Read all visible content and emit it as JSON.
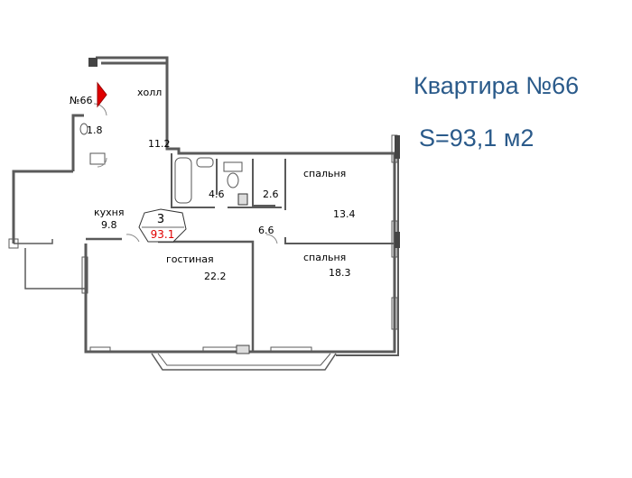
{
  "header": {
    "title": "Квартира №66",
    "area": "S=93,1 м2"
  },
  "plan": {
    "apartment_tag": "№66",
    "badge": {
      "rooms": "3",
      "total": "93.1"
    },
    "rooms": [
      {
        "id": "hall",
        "label": "холл",
        "area": "11.2"
      },
      {
        "id": "wc",
        "label": "",
        "area": "1.8"
      },
      {
        "id": "kitchen",
        "label": "кухня",
        "area": "9.8"
      },
      {
        "id": "bath",
        "label": "",
        "area": "4.6"
      },
      {
        "id": "toilet",
        "label": "",
        "area": "2.6"
      },
      {
        "id": "corridor",
        "label": "",
        "area": "6.6"
      },
      {
        "id": "bedroom1",
        "label": "спальня",
        "area": "13.4"
      },
      {
        "id": "bedroom2",
        "label": "спальня",
        "area": "18.3"
      },
      {
        "id": "living",
        "label": "гостиная",
        "area": "22.2"
      }
    ],
    "colors": {
      "walls": "#555555",
      "badge_total": "#e00000",
      "entrance_marker": "#e00000",
      "title": "#2a5a8a"
    }
  }
}
